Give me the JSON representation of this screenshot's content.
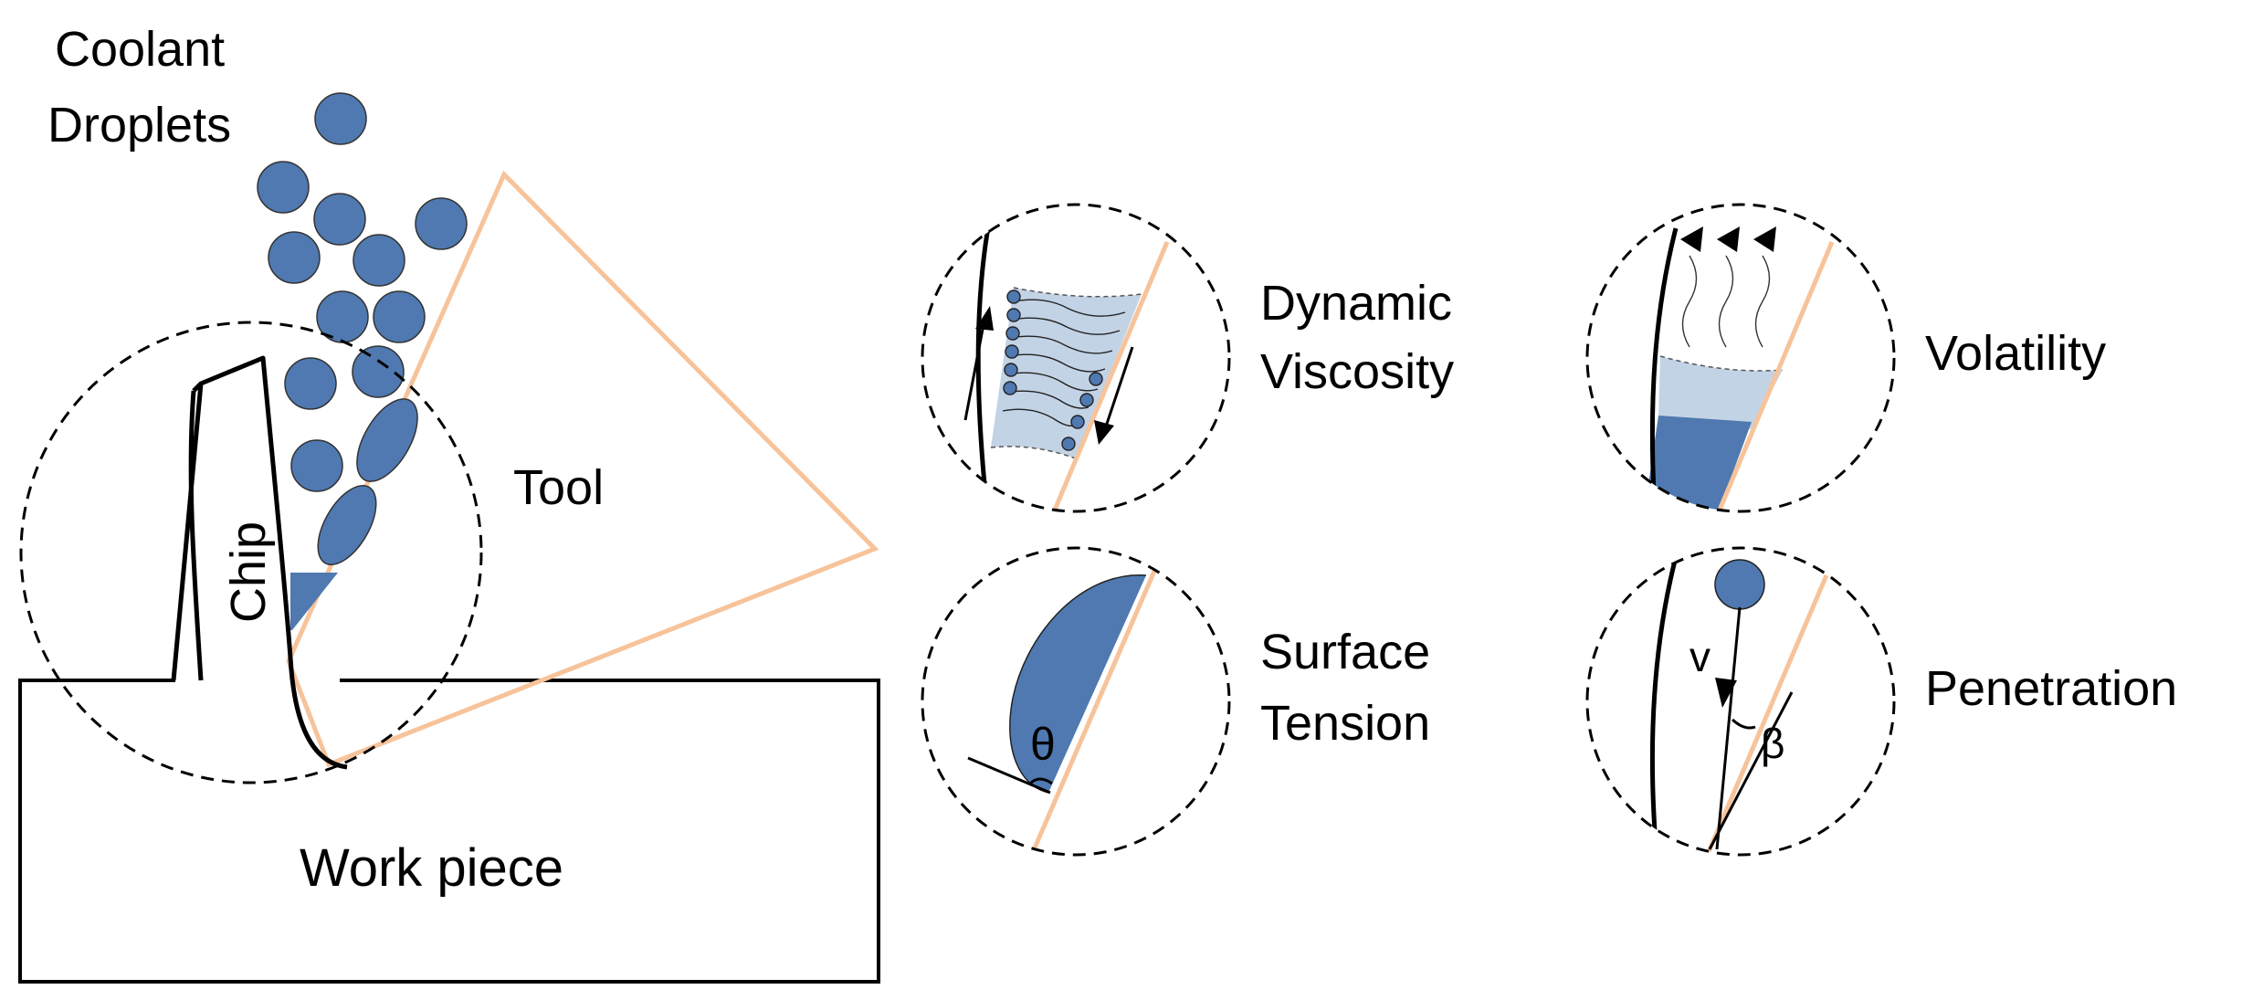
{
  "labels": {
    "coolant_line1": "Coolant",
    "coolant_line2": "Droplets",
    "tool": "Tool",
    "chip": "Chip",
    "workpiece": "Work piece",
    "viscosity_line1": "Dynamic",
    "viscosity_line2": "Viscosity",
    "volatility": "Volatility",
    "surface_line1": "Surface",
    "surface_line2": "Tension",
    "penetration": "Penetration",
    "theta": "θ",
    "velocity": "v",
    "beta": "β"
  },
  "colors": {
    "coolant": "#4f79b0",
    "coolant_light": "#c3d3e6",
    "tool_edge": "#f7c39a",
    "outline": "#000000"
  }
}
